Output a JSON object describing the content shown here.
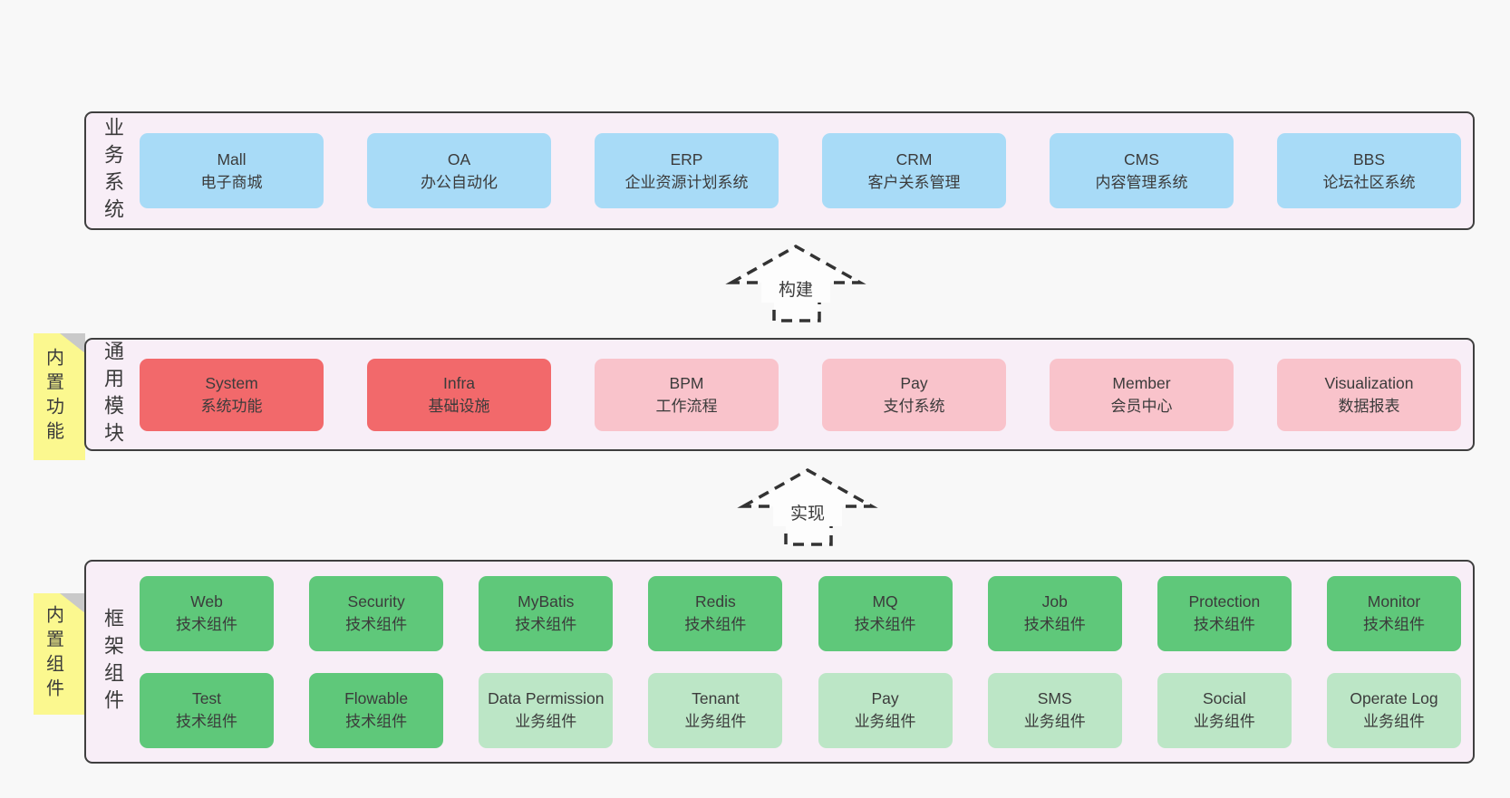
{
  "colors": {
    "blue": "#a8dbf7",
    "red": "#f2696b",
    "pink": "#f9c3cb",
    "green": "#5fc87a",
    "lightgreen": "#bce6c6",
    "sticky_yellow": "#fbf88f",
    "band_background": "#f8eef7",
    "band_border": "#3f3f3f",
    "page_background": "#f8f8f8",
    "text": "#3b3b3b"
  },
  "arrows": [
    {
      "label": "构建"
    },
    {
      "label": "实现"
    }
  ],
  "bands": [
    {
      "label": "业务系统",
      "sticky": null,
      "rows": [
        [
          {
            "name": "Mall",
            "desc": "电子商城",
            "color": "blue"
          },
          {
            "name": "OA",
            "desc": "办公自动化",
            "color": "blue"
          },
          {
            "name": "ERP",
            "desc": "企业资源计划系统",
            "color": "blue"
          },
          {
            "name": "CRM",
            "desc": "客户关系管理",
            "color": "blue"
          },
          {
            "name": "CMS",
            "desc": "内容管理系统",
            "color": "blue"
          },
          {
            "name": "BBS",
            "desc": "论坛社区系统",
            "color": "blue"
          }
        ]
      ]
    },
    {
      "label": "通用模块",
      "sticky": "内置功能",
      "rows": [
        [
          {
            "name": "System",
            "desc": "系统功能",
            "color": "red"
          },
          {
            "name": "Infra",
            "desc": "基础设施",
            "color": "red"
          },
          {
            "name": "BPM",
            "desc": "工作流程",
            "color": "pink"
          },
          {
            "name": "Pay",
            "desc": "支付系统",
            "color": "pink"
          },
          {
            "name": "Member",
            "desc": "会员中心",
            "color": "pink"
          },
          {
            "name": "Visualization",
            "desc": "数据报表",
            "color": "pink"
          }
        ]
      ]
    },
    {
      "label": "框架组件",
      "sticky": "内置组件",
      "rows": [
        [
          {
            "name": "Web",
            "desc": "技术组件",
            "color": "green"
          },
          {
            "name": "Security",
            "desc": "技术组件",
            "color": "green"
          },
          {
            "name": "MyBatis",
            "desc": "技术组件",
            "color": "green"
          },
          {
            "name": "Redis",
            "desc": "技术组件",
            "color": "green"
          },
          {
            "name": "MQ",
            "desc": "技术组件",
            "color": "green"
          },
          {
            "name": "Job",
            "desc": "技术组件",
            "color": "green"
          },
          {
            "name": "Protection",
            "desc": "技术组件",
            "color": "green"
          },
          {
            "name": "Monitor",
            "desc": "技术组件",
            "color": "green"
          }
        ],
        [
          {
            "name": "Test",
            "desc": "技术组件",
            "color": "green"
          },
          {
            "name": "Flowable",
            "desc": "技术组件",
            "color": "green"
          },
          {
            "name": "Data Permission",
            "desc": "业务组件",
            "color": "lightgreen"
          },
          {
            "name": "Tenant",
            "desc": "业务组件",
            "color": "lightgreen"
          },
          {
            "name": "Pay",
            "desc": "业务组件",
            "color": "lightgreen"
          },
          {
            "name": "SMS",
            "desc": "业务组件",
            "color": "lightgreen"
          },
          {
            "name": "Social",
            "desc": "业务组件",
            "color": "lightgreen"
          },
          {
            "name": "Operate Log",
            "desc": "业务组件",
            "color": "lightgreen"
          }
        ]
      ]
    }
  ]
}
